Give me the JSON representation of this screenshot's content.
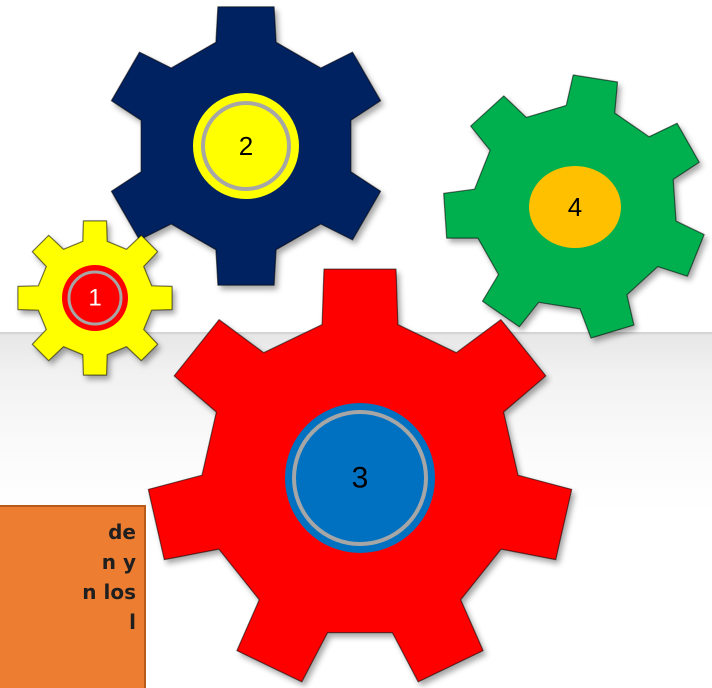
{
  "gears": [
    {
      "label": "1",
      "body_color": "#ffff00",
      "hub_fill": "#ff0000",
      "hub_ring": "#a6a6a6",
      "label_color": "#ffffff"
    },
    {
      "label": "2",
      "body_color": "#002060",
      "hub_fill": "#ffff00",
      "hub_ring": "#a6a6a6",
      "label_color": "#000000"
    },
    {
      "label": "3",
      "body_color": "#ff0000",
      "hub_fill": "#0070c0",
      "hub_ring": "#a6a6a6",
      "label_color": "#000000"
    },
    {
      "label": "4",
      "body_color": "#00b050",
      "hub_fill": "#ffc000",
      "hub_ring": "#ffc000",
      "label_color": "#000000"
    }
  ],
  "note": {
    "text": "de\nn y\nn los\nl",
    "fill": "#ed7d31"
  }
}
